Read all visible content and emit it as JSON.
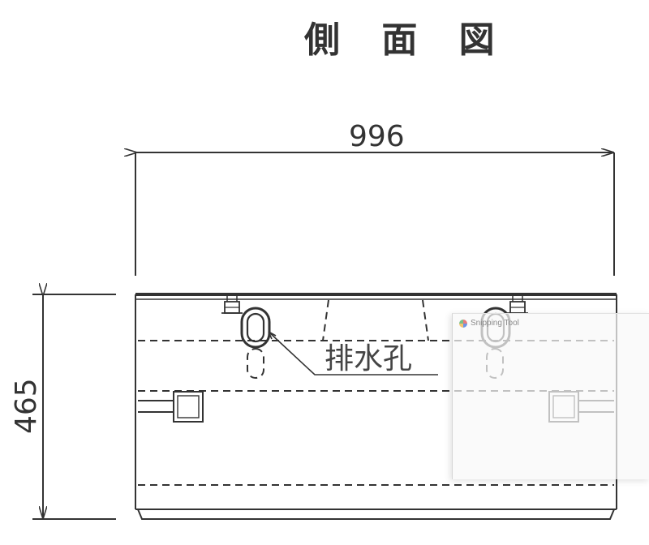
{
  "drawing": {
    "title": "側 面 図",
    "width_dimension": "996",
    "height_dimension": "465",
    "drain_hole_label": "排水孔",
    "line_color": "#333333"
  },
  "overlay": {
    "app_name": "Snipping Tool",
    "icon": "snipping-tool-icon"
  }
}
